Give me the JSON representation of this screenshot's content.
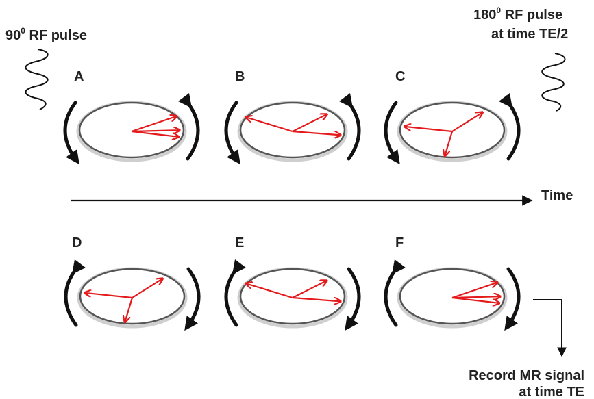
{
  "labels": {
    "pulse90_num": "90",
    "pulse90_sup": "0",
    "pulse90_rest": " RF pulse",
    "pulse180_num": "180",
    "pulse180_sup": "0",
    "pulse180_rest": " RF pulse",
    "pulse180_line2": "at time TE/2",
    "time": "Time",
    "record_line1": "Record MR signal",
    "record_line2": "at time TE"
  },
  "panels": [
    {
      "letter": "A",
      "spins": [
        [
          0.92,
          0.62
        ],
        [
          0.98,
          0.05
        ],
        [
          0.96,
          -0.22
        ]
      ],
      "direction": "ccw"
    },
    {
      "letter": "B",
      "spins": [
        [
          -0.95,
          0.58
        ],
        [
          0.7,
          0.7
        ],
        [
          0.98,
          -0.15
        ]
      ],
      "direction": "ccw"
    },
    {
      "letter": "C",
      "spins": [
        [
          -0.97,
          0.2
        ],
        [
          0.62,
          0.78
        ],
        [
          -0.15,
          -1.0
        ]
      ],
      "direction": "ccw"
    },
    {
      "letter": "D",
      "spins": [
        [
          -0.97,
          0.2
        ],
        [
          0.62,
          0.78
        ],
        [
          -0.15,
          -1.0
        ]
      ],
      "direction": "cw"
    },
    {
      "letter": "E",
      "spins": [
        [
          -0.95,
          0.58
        ],
        [
          0.7,
          0.7
        ],
        [
          0.98,
          -0.15
        ]
      ],
      "direction": "cw"
    },
    {
      "letter": "F",
      "spins": [
        [
          0.92,
          0.62
        ],
        [
          0.98,
          0.05
        ],
        [
          0.96,
          -0.22
        ]
      ],
      "direction": "cw"
    }
  ],
  "colors": {
    "spin": "#e41a1c",
    "ellipse": "#555555",
    "arrow": "#111111"
  }
}
